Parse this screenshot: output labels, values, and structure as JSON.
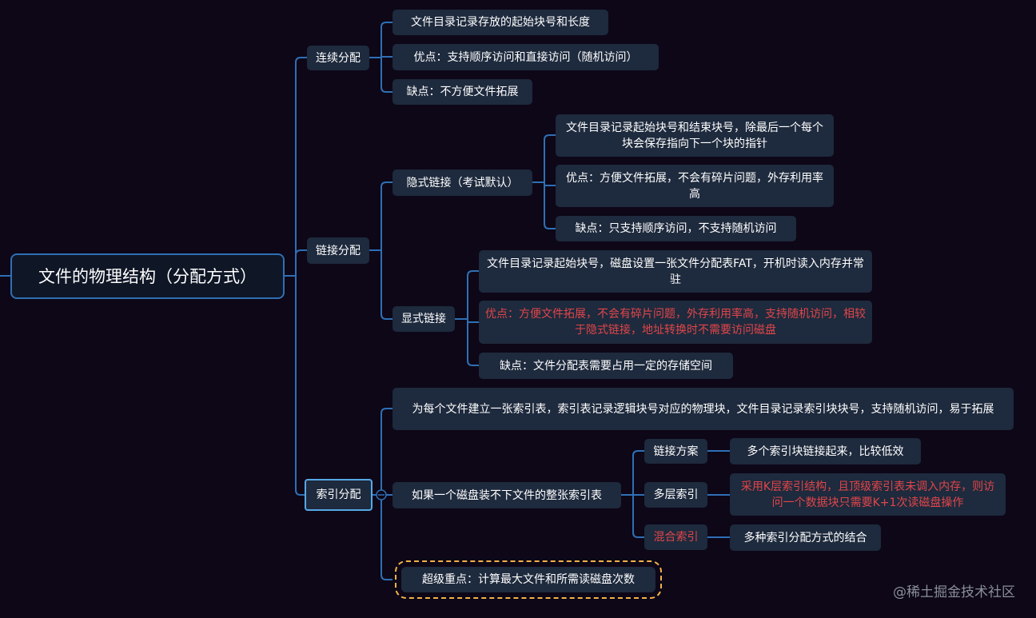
{
  "root": "文件的物理结构（分配方式）",
  "continuous": {
    "label": "连续分配",
    "items": [
      "文件目录记录存放的起始块号和长度",
      "优点：支持顺序访问和直接访问（随机访问）",
      "缺点：不方便文件拓展"
    ]
  },
  "linked": {
    "label": "链接分配",
    "implicit": {
      "label": "隐式链接（考试默认）",
      "items": [
        "文件目录记录起始块号和结束块号，除最后一个每个块会保存指向下一个块的指针",
        "优点：方便文件拓展，不会有碎片问题，外存利用率高",
        "缺点：只支持顺序访问，不支持随机访问"
      ]
    },
    "explicit": {
      "label": "显式链接",
      "items": [
        "文件目录记录起始块号，磁盘设置一张文件分配表FAT，开机时读入内存并常驻",
        "优点：方便文件拓展，不会有碎片问题，外存利用率高，支持随机访问，相较于隐式链接，地址转换时不需要访问磁盘",
        "缺点：文件分配表需要占用一定的存储空间"
      ]
    }
  },
  "indexed": {
    "label": "索引分配",
    "desc": "为每个文件建立一张索引表，索引表记录逻辑块号对应的物理块，文件目录记录索引块块号，支持随机访问，易于拓展",
    "overflow": {
      "label": "如果一个磁盘装不下文件的整张索引表",
      "schemes": [
        {
          "label": "链接方案",
          "detail": "多个索引块链接起来，比较低效"
        },
        {
          "label": "多层索引",
          "detail": "采用K层索引结构，且顶级索引表未调入内存，则访问一个数据块只需要K+1次读磁盘操作"
        },
        {
          "label": "混合索引",
          "detail": "多种索引分配方式的结合"
        }
      ]
    },
    "key_point": "超级重点：计算最大文件和所需读磁盘次数"
  },
  "watermark": "@稀土掘金技术社区",
  "colors": {
    "background": "#0d0717",
    "node": "#1e2a3d",
    "link": "#2f6fb5",
    "highlight": "#e0464a",
    "dashed_outline": "#f4b24a"
  }
}
